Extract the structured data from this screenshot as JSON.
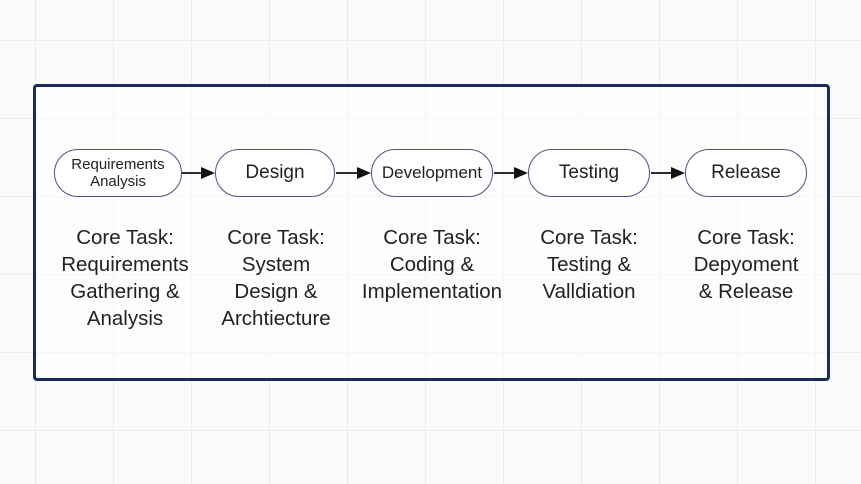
{
  "diagram": {
    "stages": [
      {
        "label_lines": [
          "Requirements",
          "Analysis"
        ],
        "task_lines": [
          "Core Task:",
          "Requirements",
          "Gathering &",
          "Analysis"
        ]
      },
      {
        "label_lines": [
          "Design"
        ],
        "task_lines": [
          "Core Task:",
          "System",
          "Design &",
          "Archtiecture"
        ]
      },
      {
        "label_lines": [
          "Development"
        ],
        "task_lines": [
          "Core Task:",
          "Coding &",
          "Implementation"
        ]
      },
      {
        "label_lines": [
          "Testing"
        ],
        "task_lines": [
          "Core Task:",
          "Testing &",
          "Valldiation"
        ]
      },
      {
        "label_lines": [
          "Release"
        ],
        "task_lines": [
          "Core Task:",
          "Depyoment",
          "& Release"
        ]
      }
    ],
    "connectors": [
      "arrow-right",
      "arrow-right",
      "arrow-right",
      "arrow-right"
    ],
    "colors": {
      "frame_border": "#1b2c5a",
      "pill_border": "#4a557f",
      "arrow": "#111111",
      "grid": "#ececec"
    }
  }
}
